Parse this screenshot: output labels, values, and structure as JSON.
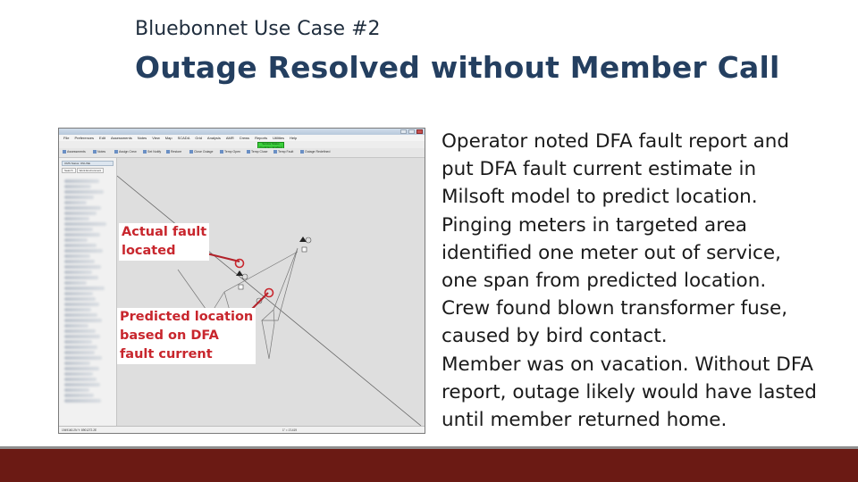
{
  "slide": {
    "kicker": "Bluebonnet Use Case #2",
    "title": "Outage Resolved without Member Call",
    "body_lines": [
      "Operator noted DFA fault report and",
      "put DFA fault current estimate in",
      "Milsoft model to predict location.",
      "Pinging meters in targeted area",
      "identified one meter out of service,",
      "one span from predicted location.",
      "Crew found blown transformer fuse,",
      "caused by bird contact.",
      "Member was on vacation. Without DFA",
      "report, outage likely would have lasted",
      "until member returned home."
    ]
  },
  "screenshot": {
    "menu": [
      "File",
      "Preferences",
      "Edit",
      "Assessments",
      "Notes",
      "View",
      "Map",
      "SCADA",
      "Grid",
      "Analysis",
      "AMR",
      "Crews",
      "Reports",
      "Utilities",
      "Help"
    ],
    "toolbar_buttons": [
      "Assessments",
      "Notes",
      "Assign Crew",
      "Set Notify",
      "Restore",
      "Close Outage",
      "Temp Open",
      "Temp Close",
      "Temp Fault",
      "Outage Redefined"
    ],
    "green_button": "Service Status Prediction Enabled",
    "sidebar_status": "OMS Status: ONLINE",
    "sidebar_tabs": [
      "Search",
      "Work Environment"
    ],
    "status_left": "1949160.2N  Y: 8901272.2E",
    "status_right": "1\" = 1'1419",
    "callouts": {
      "actual": [
        "Actual fault",
        "located"
      ],
      "predicted": [
        "Predicted location",
        "based on DFA",
        "fault current"
      ]
    },
    "callout_color": "#c8262d"
  },
  "colors": {
    "title": "#243f60",
    "footer": "#6b1a14"
  }
}
